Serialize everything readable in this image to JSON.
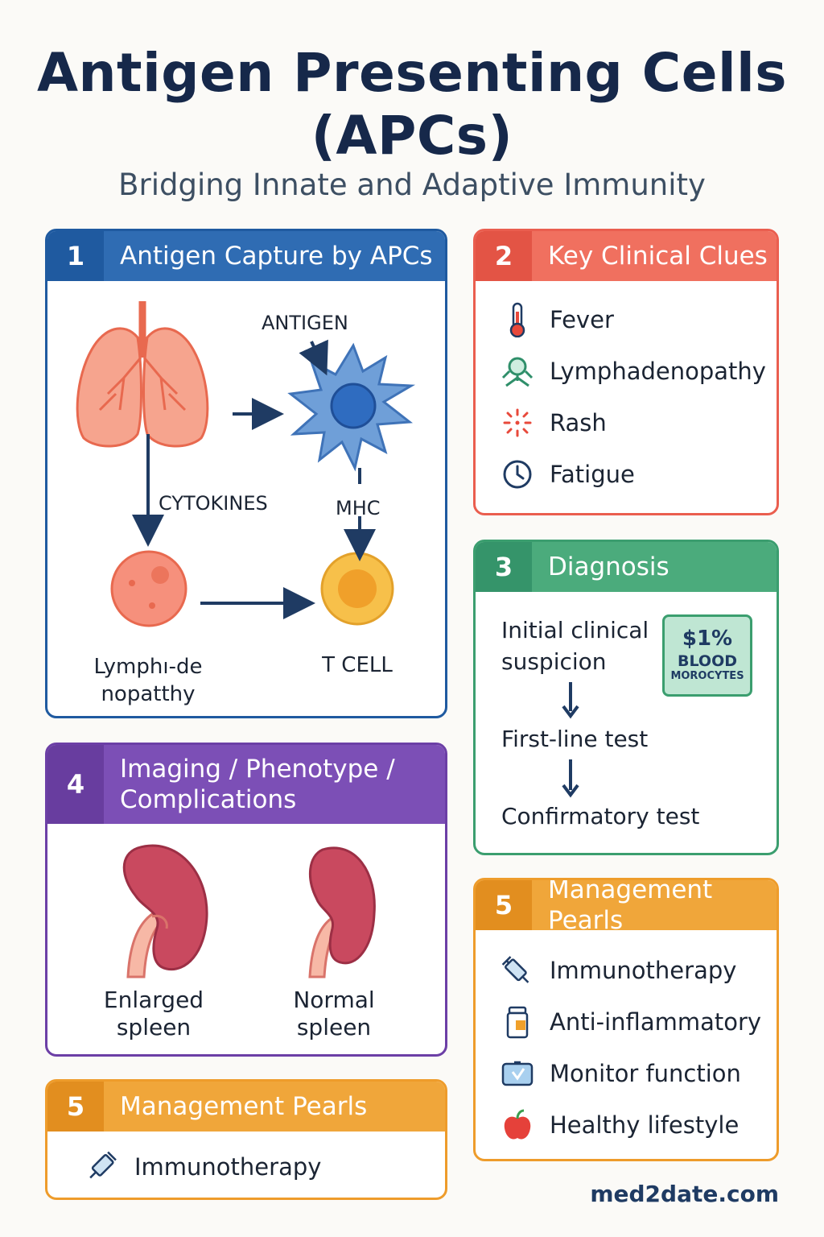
{
  "header": {
    "title_line1": "Antigen Presenting Cells",
    "title_line2": "(APCs)",
    "subtitle": "Bridging Innate and Adaptive Immunity"
  },
  "panel1": {
    "number": "1",
    "title": "Antigen Capture by APCs",
    "color": "#1f5aa0",
    "labels": {
      "antigen": "ANTIGEN",
      "cytokines": "CYTOKINES",
      "mhc": "MHC",
      "lymph": "Lymphı-de nopatthy",
      "tcell": "T CELL"
    }
  },
  "panel2": {
    "number": "2",
    "title": "Key Clinical Clues",
    "color": "#ea5e4f",
    "items": [
      {
        "label": "Fever",
        "icon": "thermometer-icon"
      },
      {
        "label": "Lymphadenopathy",
        "icon": "lymph-node-icon"
      },
      {
        "label": "Rash",
        "icon": "rash-icon"
      },
      {
        "label": "Fatigue",
        "icon": "clock-icon"
      }
    ]
  },
  "panel3": {
    "number": "3",
    "title": "Diagnosis",
    "color": "#3b9e6f",
    "steps": [
      "Initial clinical suspicion",
      "First-line test",
      "Confirmatory test"
    ],
    "badge": {
      "value": "$1%",
      "line1": "BLOOD",
      "line2": "MOROCYTES"
    }
  },
  "panel4": {
    "number": "4",
    "title": "Imaging / Phenotype / Complications",
    "color": "#6c3fa6",
    "labels": {
      "enlarged": "Enlarged spleen",
      "normal": "Normal spleen"
    }
  },
  "panel5_right": {
    "number": "5",
    "title": "Management Pearls",
    "color": "#ee9c2b",
    "items": [
      {
        "label": "Immunotherapy",
        "icon": "syringe-icon"
      },
      {
        "label": "Anti-inflammatory",
        "icon": "pill-bottle-icon"
      },
      {
        "label": "Monitor function",
        "icon": "monitor-icon"
      },
      {
        "label": "Healthy lifestyle",
        "icon": "apple-icon"
      }
    ]
  },
  "panel5_left": {
    "number": "5",
    "title": "Management Pearls",
    "color": "#ee9c2b",
    "items": [
      {
        "label": "Immunotherapy",
        "icon": "syringe-icon"
      }
    ]
  },
  "footer": {
    "site": "med2date.com"
  }
}
